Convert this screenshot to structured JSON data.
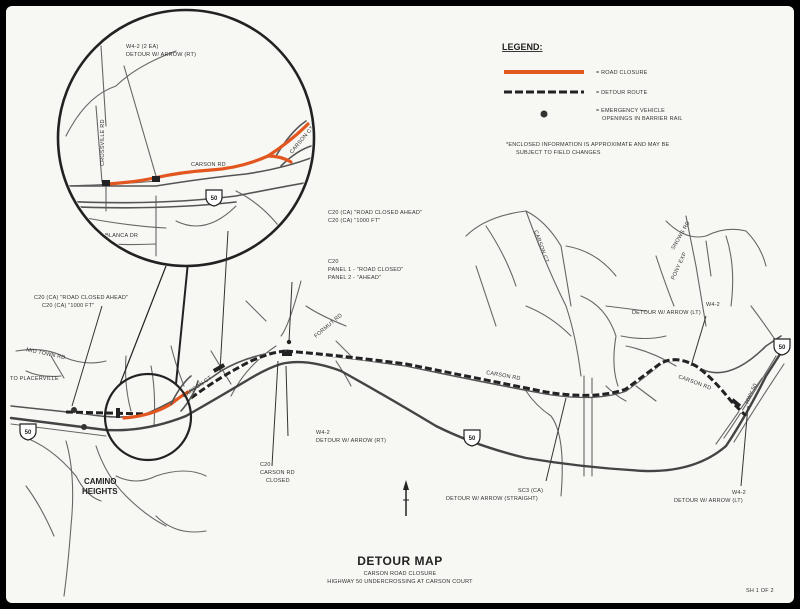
{
  "legend": {
    "title": "LEGEND:",
    "closure_label": "= ROAD CLOSURE",
    "detour_label": "= DETOUR ROUTE",
    "emergency_label_1": "= EMERGENCY VEHICLE",
    "emergency_label_2": "OPENINGS IN BARRIER RAIL",
    "note_1": "*ENCLOSED INFORMATION IS APPROXIMATE AND MAY BE",
    "note_2": "SUBJECT TO FIELD CHANGES",
    "colors": {
      "closure": "#e2561f",
      "detour": "#222222",
      "marker": "#333333"
    }
  },
  "inset": {
    "sign_1": "W4-2 (2 EA)",
    "sign_2": "DETOUR W/ ARROW (RT)",
    "road_carson": "CARSON RD",
    "road_vertical": "CROSSVILLE RD",
    "road_ramp": "CARSON CT",
    "road_bottom": "SIERRA BLANCA DR",
    "route_shield": "50"
  },
  "signs": {
    "left_1": "C20 (CA) \"ROAD CLOSED AHEAD\"",
    "left_2": "C20 (CA) \"1000 FT\"",
    "top_1": "C20 (CA) \"ROAD CLOSED AHEAD\"",
    "top_2": "C20 (CA) \"1000 FT\"",
    "mid_1": "C20",
    "mid_2": "PANEL 1 - \"ROAD CLOSED\"",
    "mid_3": "PANEL 2 - \"AHEAD\"",
    "lower_1": "W4-2",
    "lower_2": "DETOUR W/ ARROW (RT)",
    "closed_1": "C20",
    "closed_2": "CARSON RD",
    "closed_3": "CLOSED",
    "right_top_1": "W4-2",
    "right_top_2": "DETOUR W/ ARROW (LT)",
    "bottom_mid_1": "SC3 (CA)",
    "bottom_mid_2": "DETOUR W/ ARROW (STRAIGHT)",
    "bottom_right_1": "W4-2",
    "bottom_right_2": "DETOUR W/ ARROW (LT)"
  },
  "places": {
    "town_1": "CAMINO",
    "town_2": "HEIGHTS",
    "placerville": "TO PLACERVILLE",
    "carson_rd_main": "CARSON RD",
    "carson_rd_right": "CARSON RD",
    "carson_ct": "CARSON CT",
    "hwy_label_right": "HWY 50",
    "road_top_1": "CARSON CT",
    "road_top_2": "PONY EXP",
    "road_top_3": "SNOWS RD",
    "road_left": "MID TOWN RD",
    "road_mid": "FORMUT RD",
    "route_shields": [
      "50",
      "50",
      "50"
    ]
  },
  "title": {
    "main": "DETOUR MAP",
    "sub_1": "CARSON ROAD CLOSURE",
    "sub_2": "HIGHWAY 50 UNDERCROSSING AT CARSON COURT",
    "sheet": "SH 1 OF 2"
  }
}
